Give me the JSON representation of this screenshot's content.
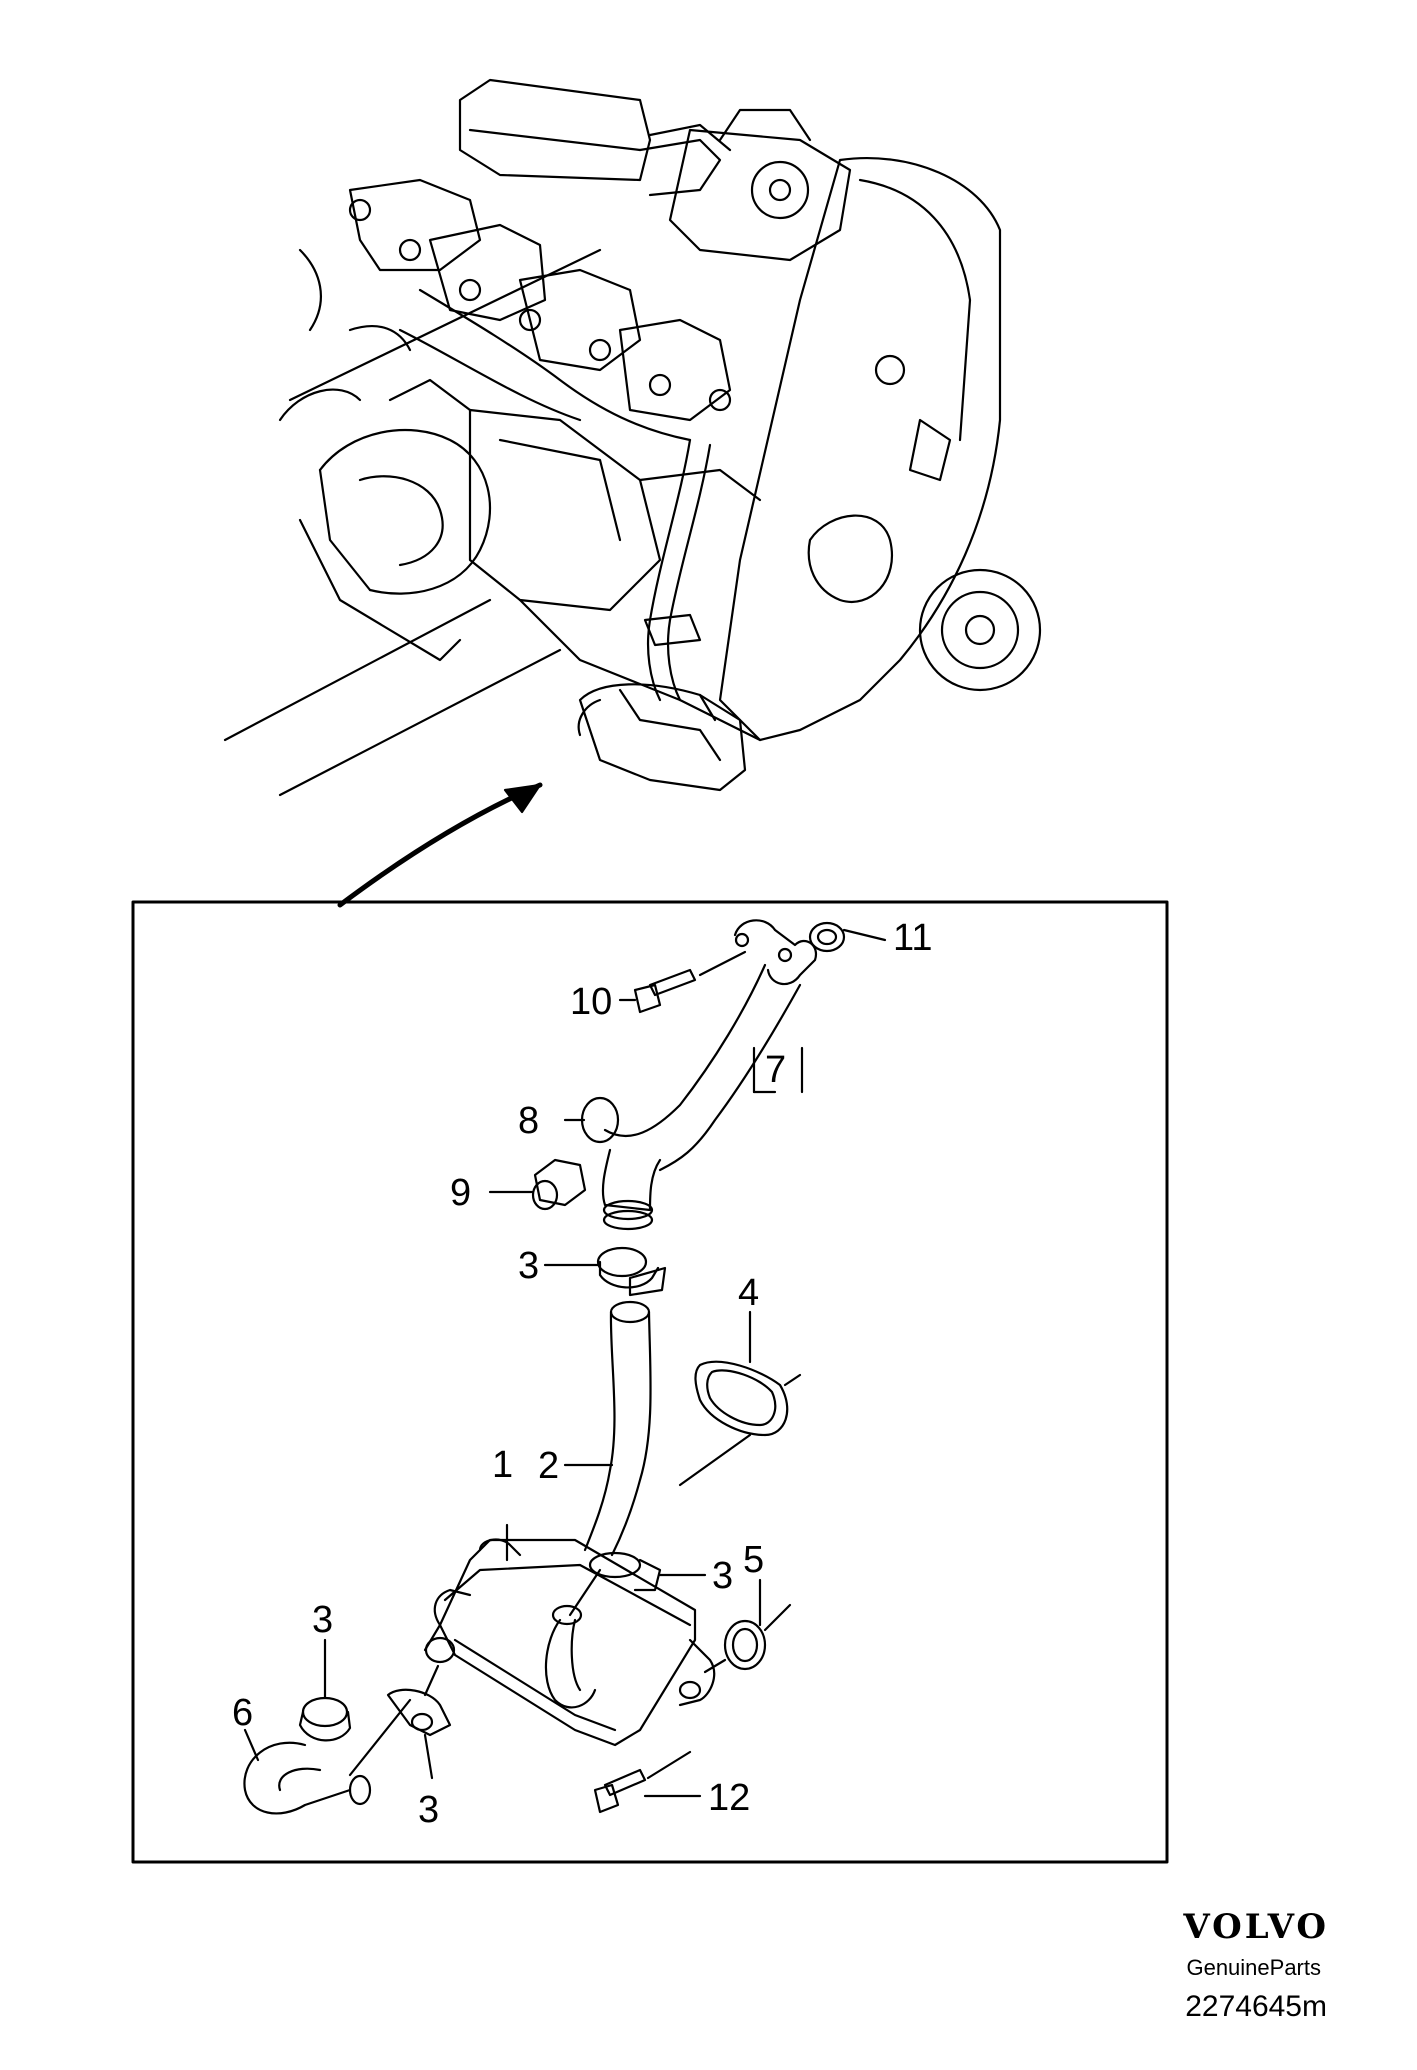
{
  "callouts": [
    {
      "id": "c1",
      "text": "1"
    },
    {
      "id": "c2",
      "text": "2"
    },
    {
      "id": "c3a",
      "text": "3"
    },
    {
      "id": "c3b",
      "text": "3"
    },
    {
      "id": "c3c",
      "text": "3"
    },
    {
      "id": "c3d",
      "text": "3"
    },
    {
      "id": "c4",
      "text": "4"
    },
    {
      "id": "c5",
      "text": "5"
    },
    {
      "id": "c6",
      "text": "6"
    },
    {
      "id": "c7",
      "text": "7"
    },
    {
      "id": "c8",
      "text": "8"
    },
    {
      "id": "c9",
      "text": "9"
    },
    {
      "id": "c10",
      "text": "10"
    },
    {
      "id": "c11",
      "text": "11"
    },
    {
      "id": "c12",
      "text": "12"
    }
  ],
  "brand": {
    "logo": "VOLVO",
    "subtitle": "GenuineParts",
    "drawing_number": "2274645m"
  }
}
